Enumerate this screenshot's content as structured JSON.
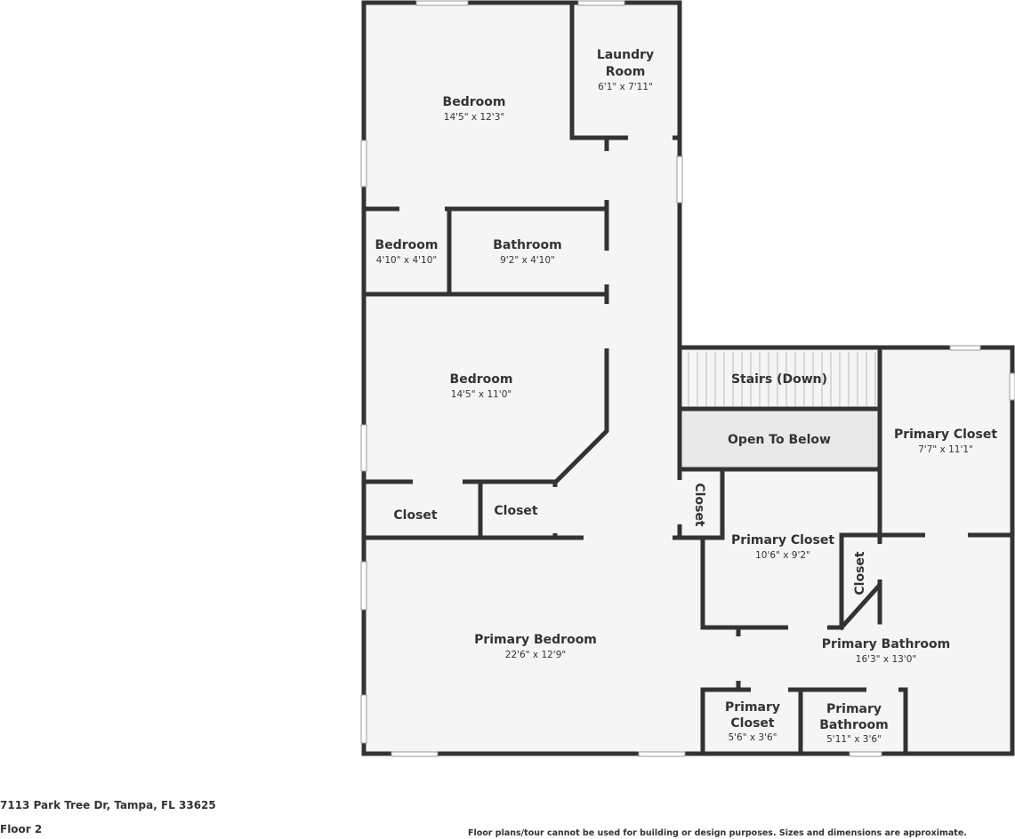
{
  "rooms": [
    {
      "id": "bedroom-1",
      "name": "Bedroom",
      "dims": "14'5\" x 12'3\""
    },
    {
      "id": "laundry",
      "name_lines": [
        "Laundry",
        "Room"
      ],
      "dims": "6'1\" x 7'11\""
    },
    {
      "id": "bedroom-2",
      "name": "Bedroom",
      "dims": "4'10\" x 4'10\""
    },
    {
      "id": "bathroom",
      "name": "Bathroom",
      "dims": "9'2\" x 4'10\""
    },
    {
      "id": "bedroom-3",
      "name": "Bedroom",
      "dims": "14'5\" x 11'0\""
    },
    {
      "id": "closet-1",
      "name": "Closet"
    },
    {
      "id": "closet-2",
      "name": "Closet"
    },
    {
      "id": "closet-3",
      "name": "Closet"
    },
    {
      "id": "closet-4",
      "name": "Closet"
    },
    {
      "id": "stairs",
      "name": "Stairs (Down)"
    },
    {
      "id": "open-to-below",
      "name": "Open To Below"
    },
    {
      "id": "primary-closet-1",
      "name": "Primary Closet",
      "dims": "7'7\" x 11'1\""
    },
    {
      "id": "primary-closet-2",
      "name": "Primary Closet",
      "dims": "10'6\" x 9'2\""
    },
    {
      "id": "primary-bedroom",
      "name": "Primary Bedroom",
      "dims": "22'6\" x 12'9\""
    },
    {
      "id": "primary-bathroom",
      "name": "Primary Bathroom",
      "dims": "16'3\" x 13'0\""
    },
    {
      "id": "primary-closet-3",
      "name_lines": [
        "Primary",
        "Closet"
      ],
      "dims": "5'6\" x 3'6\""
    },
    {
      "id": "primary-bathroom-2",
      "name_lines": [
        "Primary",
        "Bathroom"
      ],
      "dims": "5'11\" x 3'6\""
    }
  ],
  "footer": {
    "address": "7113 Park Tree Dr, Tampa, FL 33625",
    "floor": "Floor 2",
    "disclaimer": "Floor plans/tour cannot be used for building or design purposes. Sizes and dimensions are approximate."
  },
  "colors": {
    "wall": "#333333",
    "floor": "#f5f5f5",
    "open_to_below": "#e9e9e9",
    "text": "#333333"
  }
}
